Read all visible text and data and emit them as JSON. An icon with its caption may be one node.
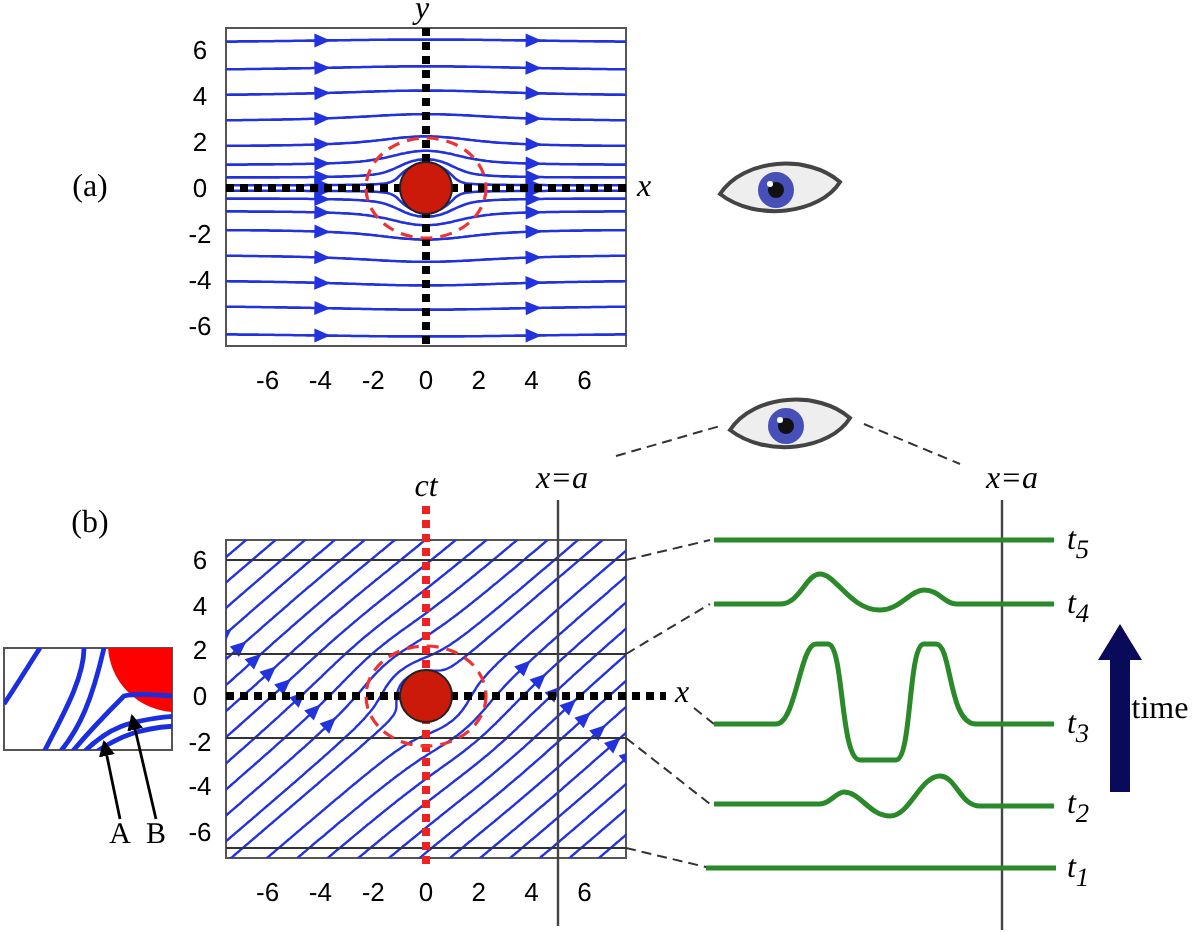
{
  "diagram": {
    "nodes": [
      {
        "text": [
          "A"
        ]
      },
      {
        "text": [
          "B"
        ]
      }
    ],
    "edges": [
      {
        "from": 0,
        "to": null,
        "arrow": "to"
      },
      {
        "from": 1,
        "to": null,
        "arrow": "to"
      }
    ],
    "labels": [
      "(a)",
      "y",
      "x",
      "6",
      "4",
      "2",
      "0",
      "-2",
      "-4",
      "-6",
      "-6",
      "-4",
      "-2",
      "0",
      "2",
      "4",
      "6",
      "(b)",
      "ct",
      "x=a",
      "x=a",
      "x",
      "6",
      "4",
      "2",
      "0",
      "-2",
      "-4",
      "-6",
      "-6",
      "-4",
      "-2",
      "0",
      "2",
      "4",
      "6",
      "t$_{5}$",
      "t$_{4}$",
      "t$_{3}$",
      "t$_{2}$",
      "t$_{1}$",
      "time"
    ]
  }
}
